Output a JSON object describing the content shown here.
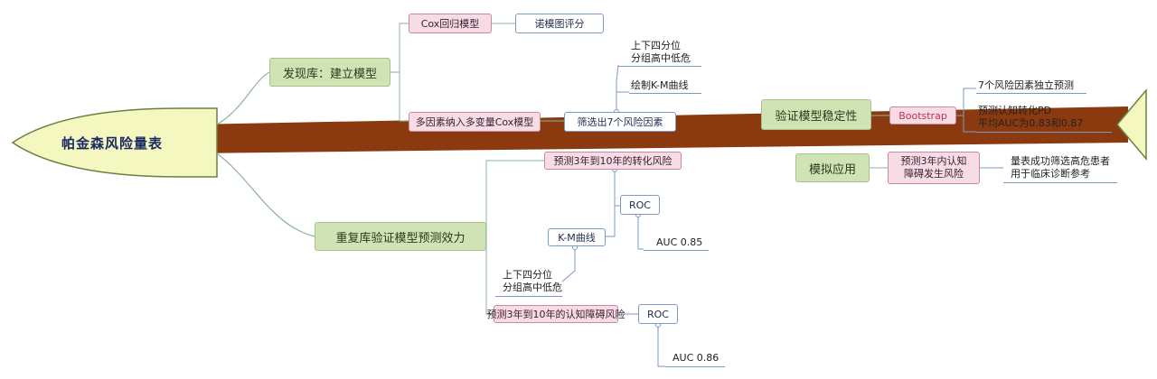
{
  "root": {
    "label": "帕金森风险量表"
  },
  "branches": {
    "dev": {
      "label": "发现库：建立模型",
      "cox": "Cox回归模型",
      "nomogram": "诺模图评分",
      "factors": "多因素纳入多变量Cox模型",
      "factors_out": "筛选出7个风险因素",
      "split": [
        "上下四分位",
        "分组高中低危"
      ],
      "km": "绘制K-M曲线"
    },
    "val": {
      "label": "验证模型稳定性",
      "boot": "Bootstrap",
      "b1": "7个风险因素独立预测",
      "b2": [
        "预测认知转化PD",
        "平均AUC为0.83和0.87"
      ]
    },
    "app": {
      "label": "模拟应用",
      "pink": [
        "预测3年内认知",
        "障碍发生风险"
      ],
      "out": [
        "量表成功筛选高危患者",
        "用于临床诊断参考"
      ]
    },
    "rep": {
      "label": "重复库验证模型预测效力",
      "y10": "预测3年到10年的转化风险",
      "roc1": "ROC",
      "auc1": "AUC 0.85",
      "km": "K-M曲线",
      "split": [
        "上下四分位",
        "分组高中低危"
      ],
      "y10b": "预测3年到10年的认知障碍风险",
      "roc2": "ROC",
      "auc2": "AUC 0.86"
    }
  },
  "colors": {
    "fishbone": "#8b3a10",
    "head": "#f4f7c0",
    "green": "#cfe3b4",
    "pink": "#f7dce6"
  }
}
